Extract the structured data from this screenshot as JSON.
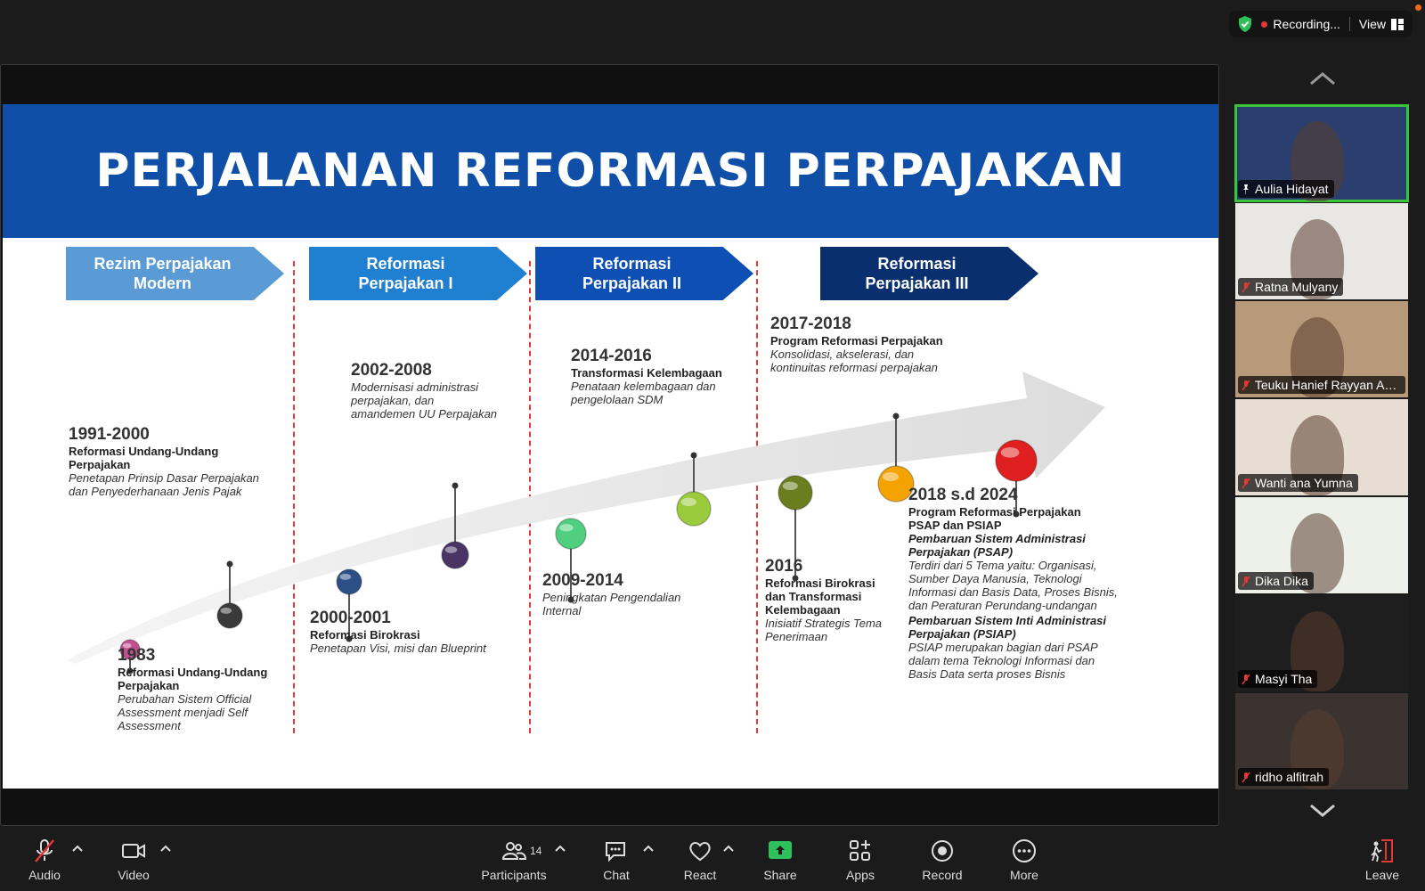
{
  "window": {
    "status": "Recording...",
    "view_label": "View"
  },
  "slide": {
    "title": "PERJALANAN REFORMASI PERPAJAKAN",
    "phases": [
      {
        "label": "Rezim Perpajakan\nModern",
        "color": "#5b9bd5"
      },
      {
        "label": "Reformasi\nPerpajakan I",
        "color": "#1f7fd0"
      },
      {
        "label": "Reformasi\nPerpajakan II",
        "color": "#0d4fb3"
      },
      {
        "label": "Reformasi\nPerpajakan III",
        "color": "#0a2f6e"
      }
    ],
    "events": [
      {
        "year": "1991-2000",
        "title": "Reformasi Undang-Undang\nPerpajakan",
        "desc": "Penetapan Prinsip Dasar Perpajakan\ndan Penyederhanaan Jenis Pajak"
      },
      {
        "year": "1983",
        "title": "Reformasi Undang-Undang\nPerpajakan",
        "desc": "Perubahan Sistem Official\nAssessment menjadi Self\nAssessment"
      },
      {
        "year": "2002-2008",
        "title": "",
        "desc": "Modernisasi administrasi\nperpajakan, dan\namandemen UU Perpajakan"
      },
      {
        "year": "2000-2001",
        "title": "Reformasi Birokrasi",
        "desc": "Penetapan Visi, misi dan Blueprint"
      },
      {
        "year": "2014-2016",
        "title": "Transformasi Kelembagaan",
        "desc": "Penataan kelembagaan dan\npengelolaan SDM"
      },
      {
        "year": "2009-2014",
        "title": "",
        "desc": "Peningkatan Pengendalian\nInternal"
      },
      {
        "year": "2017-2018",
        "title": "Program Reformasi Perpajakan",
        "desc": "Konsolidasi, akselerasi, dan\nkontinuitas reformasi perpajakan"
      },
      {
        "year": "2016",
        "title": "Reformasi Birokrasi\ndan Transformasi\nKelembagaan",
        "desc": "Inisiatif Strategis Tema\nPenerimaan"
      },
      {
        "year": "2018 s.d 2024",
        "title": "Program Reformasi Perpajakan\nPSAP dan PSIAP",
        "sub1": "Pembaruan Sistem Administrasi\nPerpajakan (PSAP)",
        "desc1": "Terdiri dari 5 Tema yaitu: Organisasi,\nSumber Daya Manusia, Teknologi\nInformasi dan Basis Data, Proses Bisnis,\ndan Peraturan Perundang-undangan",
        "sub2": "Pembaruan Sistem Inti  Administrasi\nPerpajakan (PSIAP)",
        "desc2": "PSIAP merupakan bagian dari PSAP\ndalam tema Teknologi Informasi dan\nBasis Data serta proses Bisnis"
      }
    ],
    "node_colors": [
      "#c0508f",
      "#3a3a3a",
      "#2c4f86",
      "#4a3466",
      "#4fcf7f",
      "#9acb3c",
      "#6b7d1f",
      "#f5a300",
      "#e02020"
    ]
  },
  "participants": [
    {
      "name": "Aulia Hidayat",
      "active": true,
      "bg": "#2a3f6e"
    },
    {
      "name": "Ratna Mulyany",
      "active": false,
      "bg": "#e9e7e4"
    },
    {
      "name": "Teuku Hanief Rayyan Ab...",
      "active": false,
      "bg": "#b89a7a"
    },
    {
      "name": "Wanti ana Yumna",
      "active": false,
      "bg": "#e7ddd2"
    },
    {
      "name": "Dika Dika",
      "active": false,
      "bg": "#eef1e9"
    },
    {
      "name": "Masyi Tha",
      "active": false,
      "bg": "#1e1e1e"
    },
    {
      "name": "ridho alfitrah",
      "active": false,
      "bg": "#3a3330"
    }
  ],
  "toolbar": {
    "audio": "Audio",
    "video": "Video",
    "participants": "Participants",
    "participant_count": "14",
    "chat": "Chat",
    "react": "React",
    "share": "Share",
    "apps": "Apps",
    "record": "Record",
    "more": "More",
    "leave": "Leave"
  }
}
